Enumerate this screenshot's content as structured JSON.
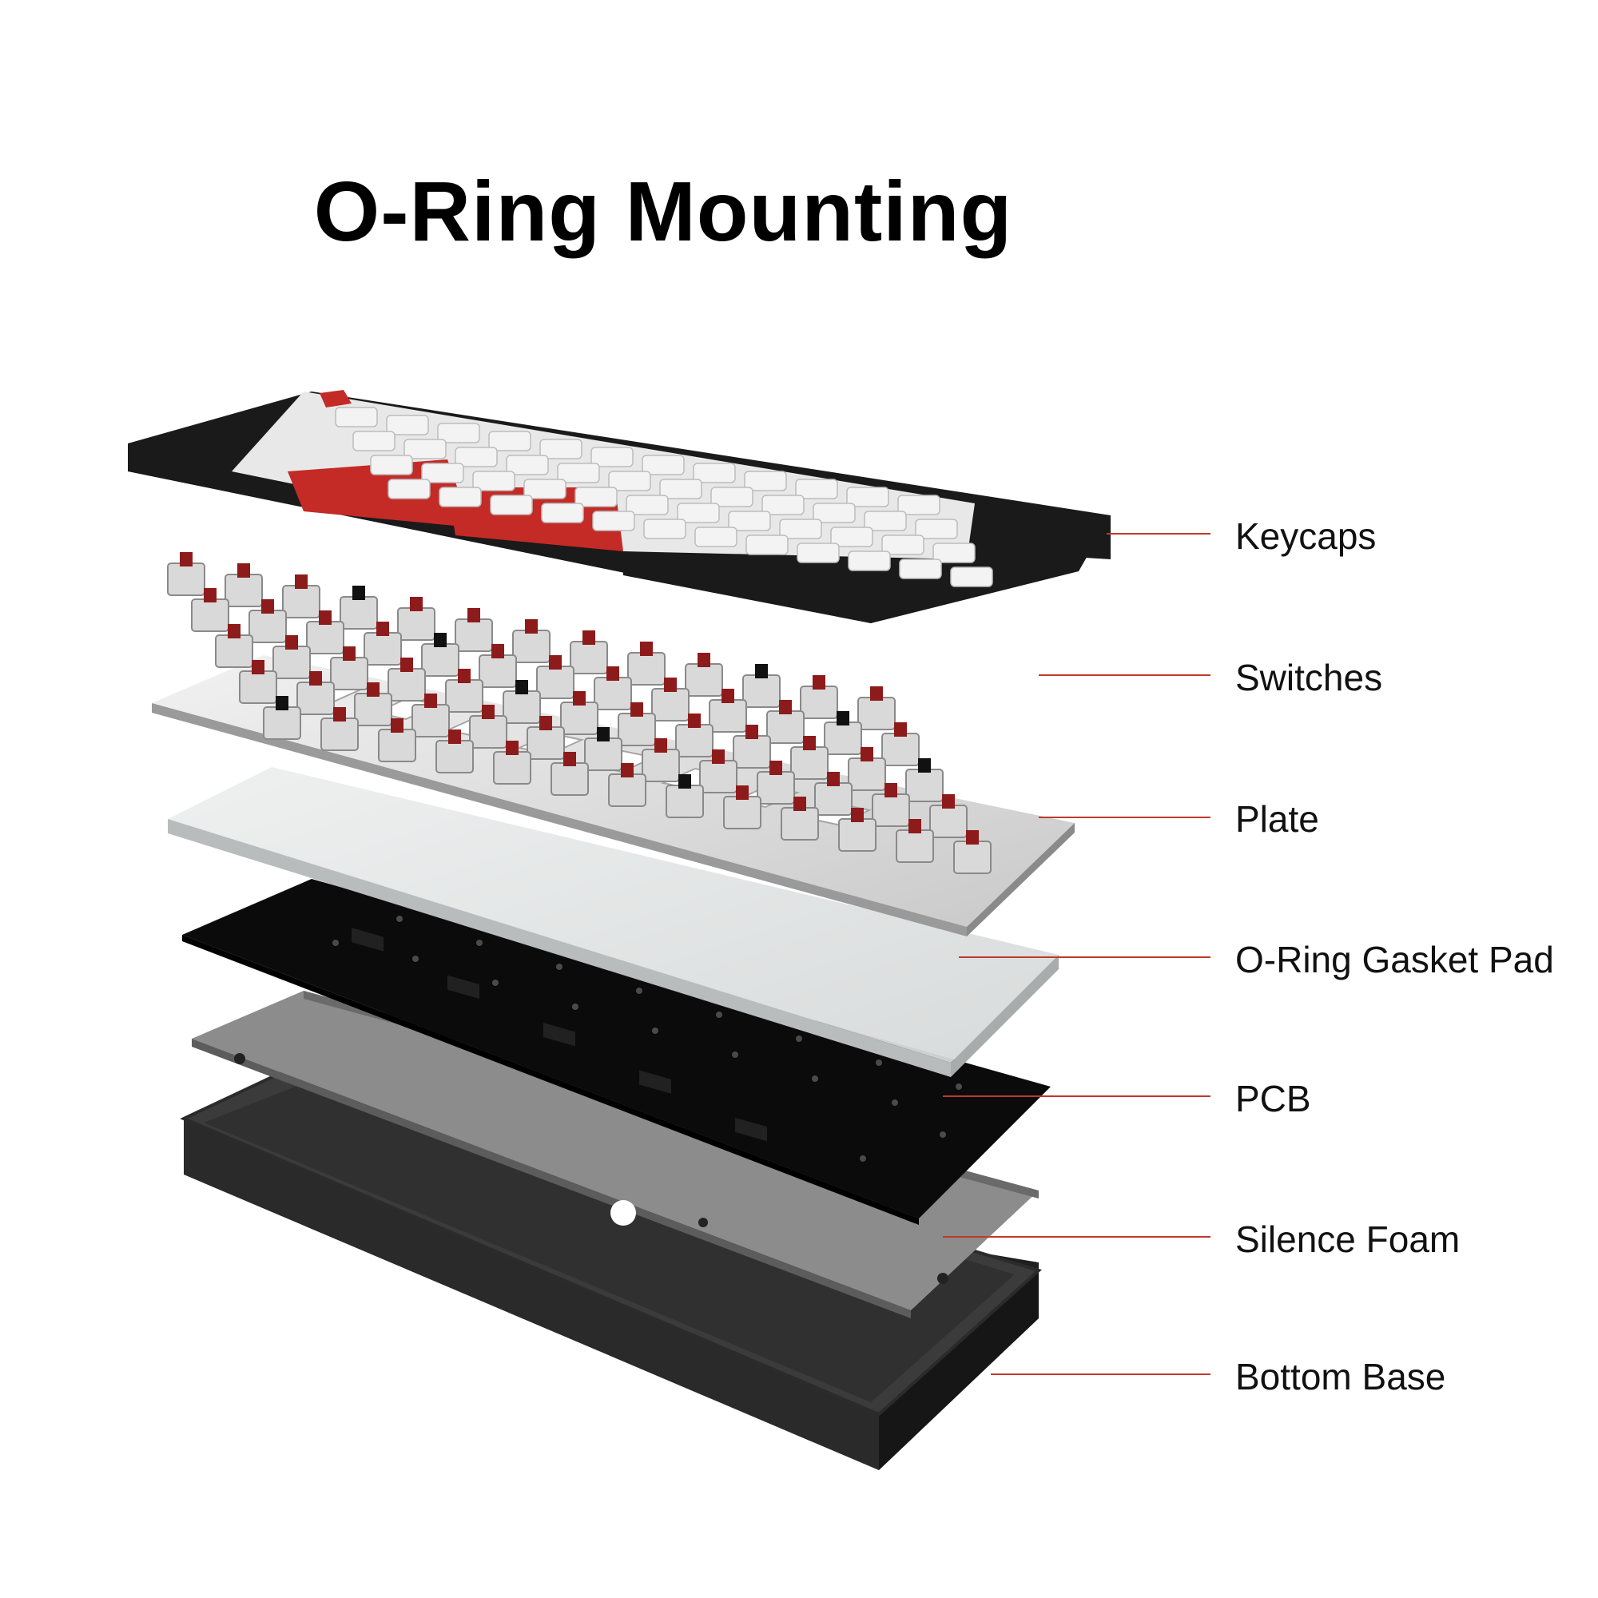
{
  "title": "O-Ring Mounting",
  "accent_color": "#c0392b",
  "layers": [
    {
      "label": "Keycaps",
      "icon": "keycaps-layer"
    },
    {
      "label": "Switches",
      "icon": "switches-layer"
    },
    {
      "label": "Plate",
      "icon": "plate-layer"
    },
    {
      "label": "O-Ring Gasket Pad",
      "icon": "gasket-pad-layer"
    },
    {
      "label": "PCB",
      "icon": "pcb-layer"
    },
    {
      "label": "Silence Foam",
      "icon": "foam-layer"
    },
    {
      "label": "Bottom Base",
      "icon": "base-layer"
    }
  ]
}
